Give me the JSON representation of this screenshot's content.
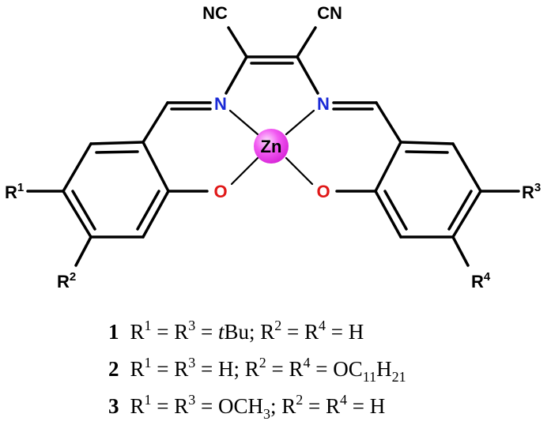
{
  "colors": {
    "nitrogen": "#1a2ad6",
    "oxygen": "#e01818",
    "zinc_fill": "#f25af2",
    "zinc_highlight": "#fde0fd",
    "carbon": "#000000"
  },
  "molecule": {
    "nitrile_left": "NC",
    "nitrile_right": "CN",
    "n_left": "N",
    "n_right": "N",
    "metal": "Zn",
    "o_left": "O",
    "o_right": "O",
    "r1": {
      "base": "R",
      "sup": "1"
    },
    "r2": {
      "base": "R",
      "sup": "2"
    },
    "r3": {
      "base": "R",
      "sup": "3"
    },
    "r4": {
      "base": "R",
      "sup": "4"
    }
  },
  "compounds": [
    {
      "number": "1",
      "s1": "R",
      "s2": "1",
      "s3": " = R",
      "s4": "3",
      "s5": " = ",
      "s6": "t",
      "s7": "Bu; R",
      "s8": "2",
      "s9": " = R",
      "s10": "4",
      "s11": " = H"
    },
    {
      "number": "2",
      "s1": "R",
      "s2": "1",
      "s3": " = R",
      "s4": "3",
      "s5": " = H; R",
      "s6": "2",
      "s7": " = R",
      "s8": "4",
      "s9": " = OC",
      "s10": "11",
      "s11": "H",
      "s12": "21"
    },
    {
      "number": "3",
      "s1": "R",
      "s2": "1",
      "s3": " = R",
      "s4": "3",
      "s5": " = OCH",
      "s6": "3",
      "s7": "; R",
      "s8": "2",
      "s9": " = R",
      "s10": "4",
      "s11": " = H"
    }
  ]
}
